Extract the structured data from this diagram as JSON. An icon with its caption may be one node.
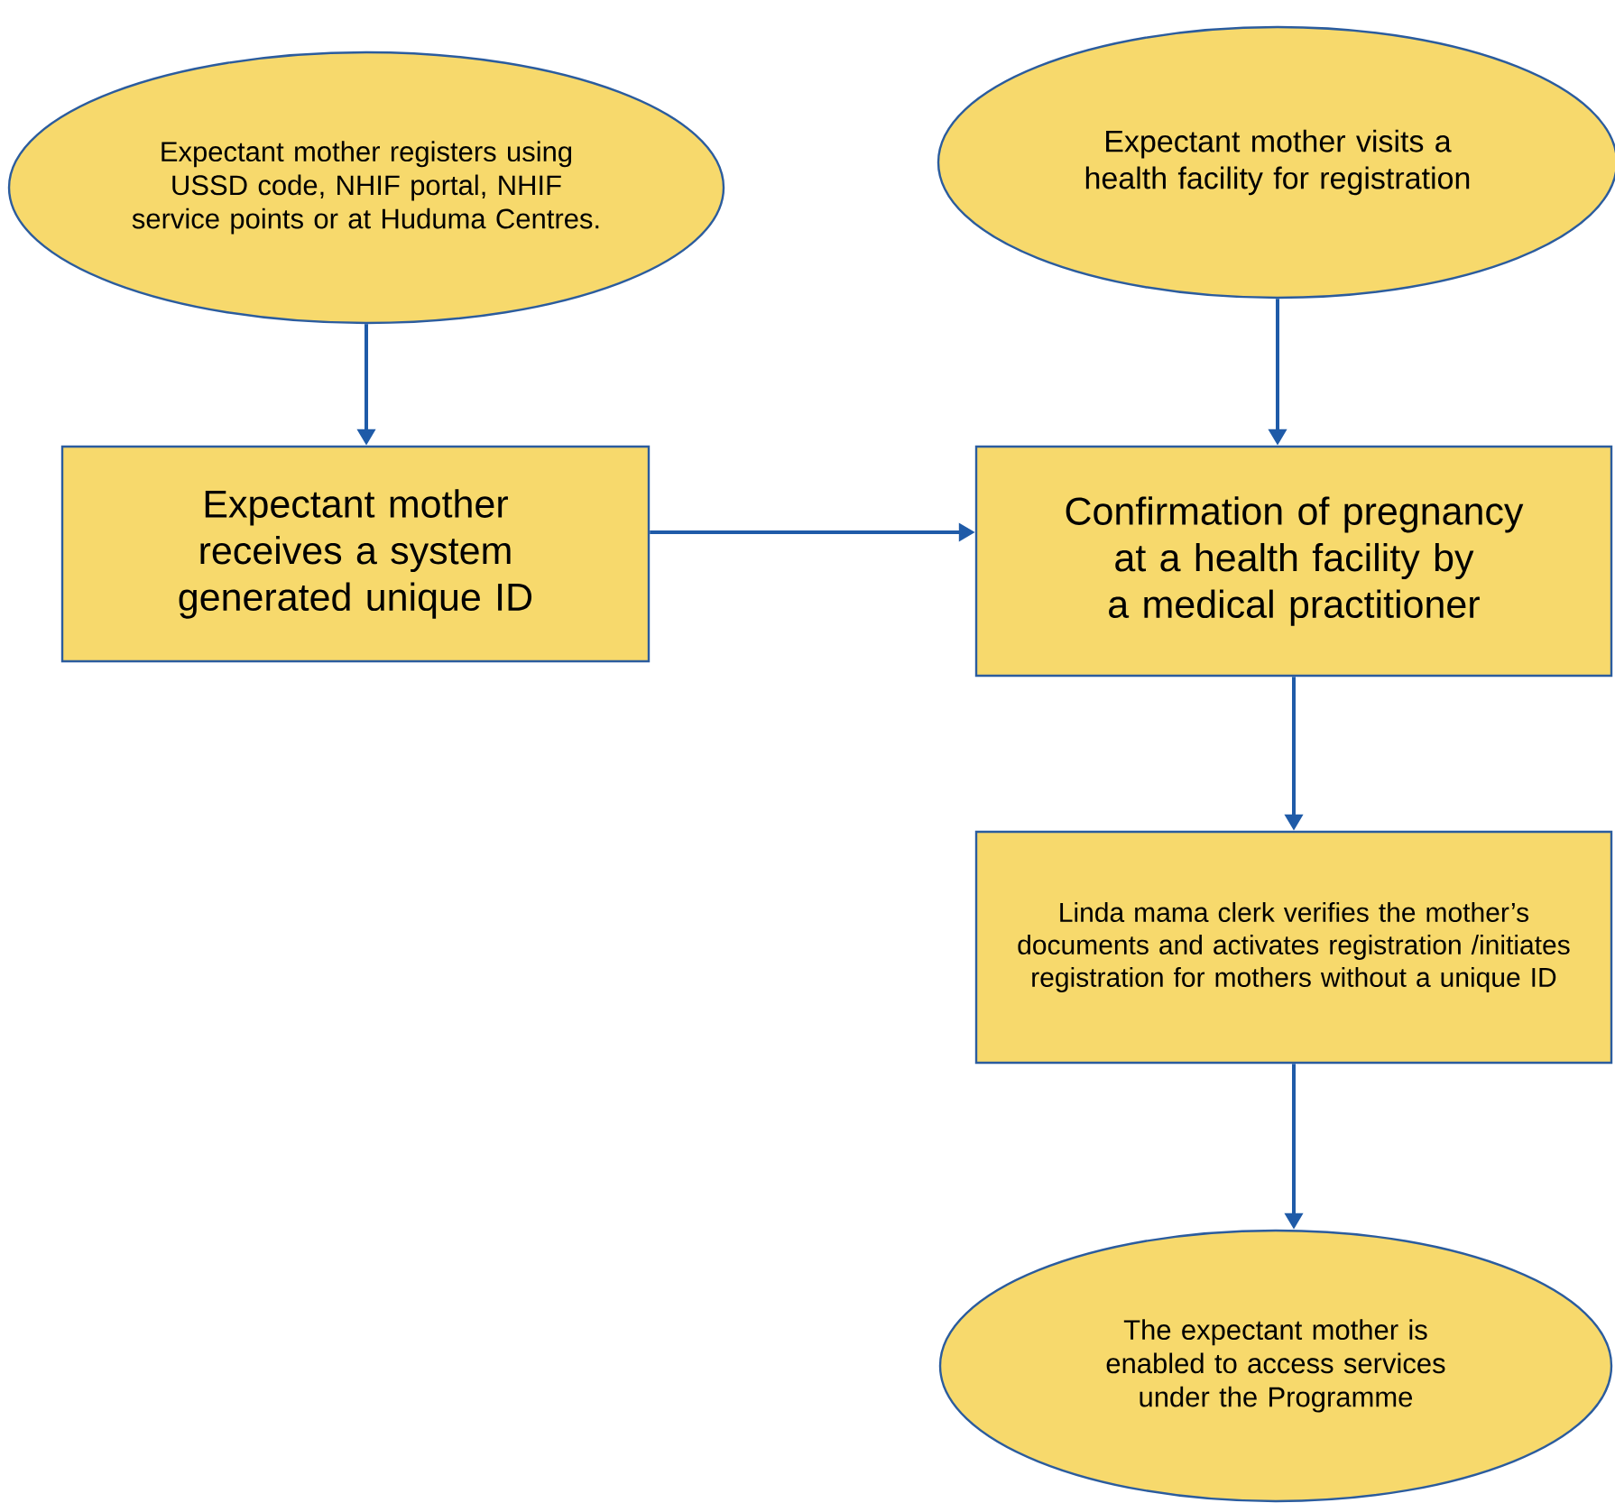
{
  "diagram": {
    "nodes": [
      {
        "text": [
          "Expectant mother registers using USSD code, NHIF portal, NHIF service points or at Huduma Centres."
        ]
      },
      {
        "text": [
          "Expectant mother visits a health facility for registration"
        ]
      },
      {
        "text": [
          "Expectant mother receives a system generated unique ID"
        ]
      },
      {
        "text": [
          "Confirmation of pregnancy at a health facility by a medical practitioner"
        ]
      },
      {
        "text": [
          "Linda mama clerk verifies the mother’s documents and activates registration /initiates registration for mothers without a unique ID"
        ]
      },
      {
        "text": [
          "The expectant mother  is enabled to access services under the Programme"
        ]
      }
    ],
    "edges": [
      {
        "from": 0,
        "to": 2,
        "arrow": "to"
      },
      {
        "from": 1,
        "to": 3,
        "arrow": "to"
      },
      {
        "from": 2,
        "to": 3,
        "arrow": "to"
      },
      {
        "from": 3,
        "to": 4,
        "arrow": "to"
      },
      {
        "from": 4,
        "to": 5,
        "arrow": "to"
      }
    ]
  }
}
